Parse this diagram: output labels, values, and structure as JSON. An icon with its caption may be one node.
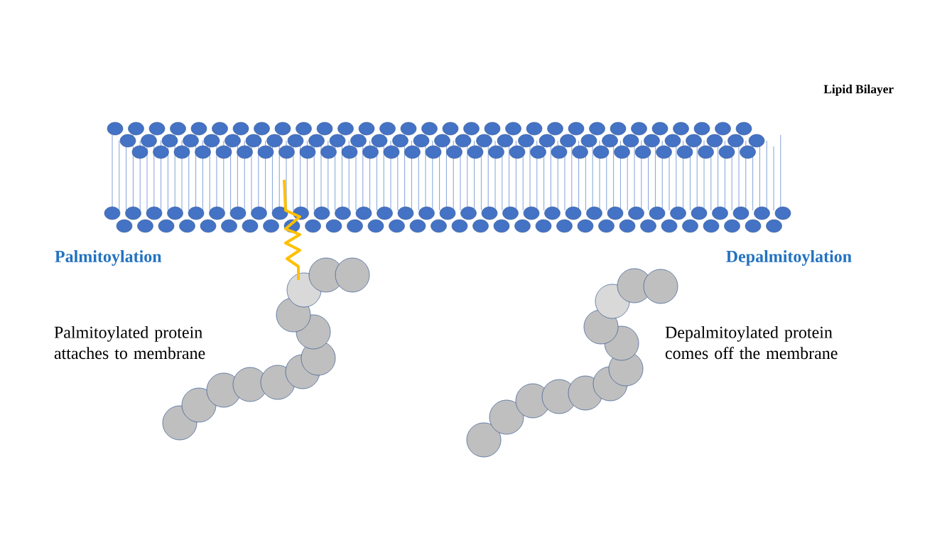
{
  "diagram": {
    "labels": [
      "Lipid Bilayer",
      "Palmitoylation",
      "Depalmitoylation",
      "Palmitoylated protein attaches to membrane",
      "Depalmitoylated protein comes off the membrane"
    ]
  }
}
